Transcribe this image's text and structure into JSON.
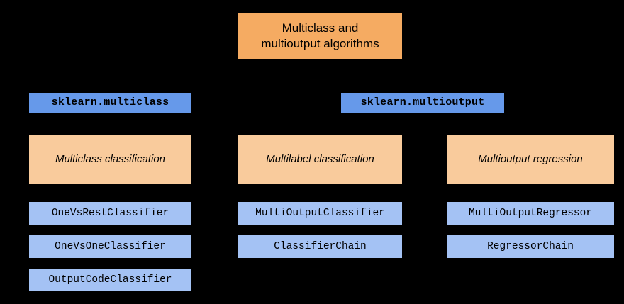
{
  "diagram": {
    "title_box": {
      "label": "Multiclass and\nmultioutput algorithms",
      "color": "#f5ab62"
    },
    "colors": {
      "title_orange": "#f5ab62",
      "category_peach": "#f9cb9c",
      "module_blue": "#6699ea",
      "estimator_blue": "#a4c2f4",
      "background": "#000000",
      "text": "#000000"
    },
    "modules": [
      {
        "label": "sklearn.multiclass"
      },
      {
        "label": "sklearn.multioutput"
      }
    ],
    "categories": [
      {
        "label": "Multiclass classification"
      },
      {
        "label": "Multilabel classification"
      },
      {
        "label": "Multioutput regression"
      }
    ],
    "estimators": {
      "multiclass": [
        {
          "label": "OneVsRestClassifier"
        },
        {
          "label": "OneVsOneClassifier"
        },
        {
          "label": "OutputCodeClassifier"
        }
      ],
      "multilabel": [
        {
          "label": "MultiOutputClassifier"
        },
        {
          "label": "ClassifierChain"
        }
      ],
      "multioutput_regression": [
        {
          "label": "MultiOutputRegressor"
        },
        {
          "label": "RegressorChain"
        }
      ]
    }
  }
}
